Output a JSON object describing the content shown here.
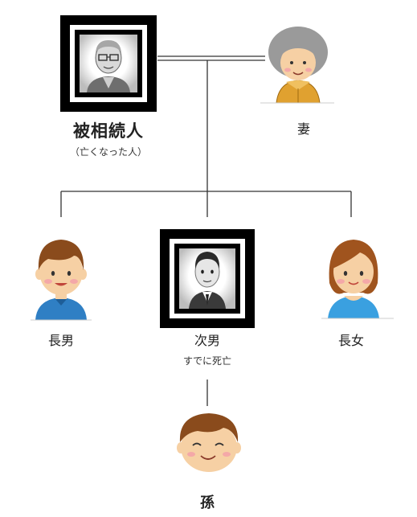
{
  "deceased": {
    "label": "被相続人",
    "note": "（亡くなった人）"
  },
  "spouse": {
    "label": "妻"
  },
  "children": {
    "eldest_son": {
      "label": "長男"
    },
    "second_son": {
      "label": "次男",
      "note": "すでに死亡"
    },
    "eldest_daughter": {
      "label": "長女"
    }
  },
  "grandchild": {
    "label": "孫"
  },
  "colors": {
    "line": "#333333",
    "frame": "#000000",
    "skin": "#f6d0a4",
    "boy_hair": "#8a4b1c",
    "girl_hair": "#a0541e",
    "blue_shirt": "#2f7fc4",
    "light_blue_shirt": "#3aa0e0",
    "grandma_hair": "#9a9a9a",
    "grandma_clothes": "#e0a130"
  }
}
